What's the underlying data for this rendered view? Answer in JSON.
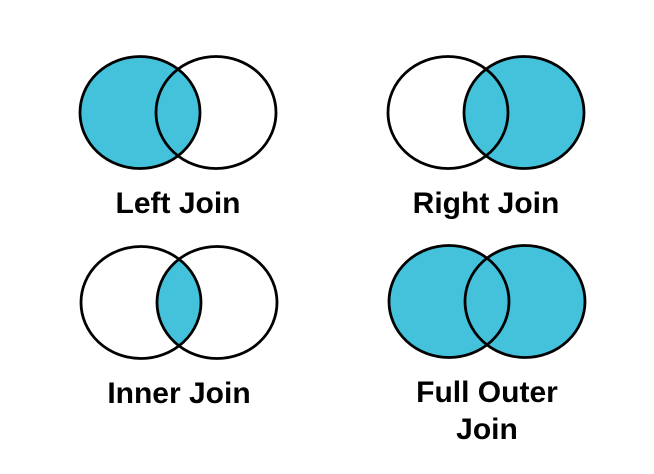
{
  "page": {
    "background": "#FFFFFF"
  },
  "colors": {
    "fill": "#44C2DC",
    "stroke": "#000000",
    "text": "#000000"
  },
  "diagrams": [
    {
      "id": "left-join",
      "label": "Left Join",
      "filled": "left"
    },
    {
      "id": "right-join",
      "label": "Right Join",
      "filled": "right"
    },
    {
      "id": "inner-join",
      "label": "Inner Join",
      "filled": "intersection"
    },
    {
      "id": "full-outer-join",
      "label": "Full Outer Join",
      "filled": "both"
    }
  ]
}
